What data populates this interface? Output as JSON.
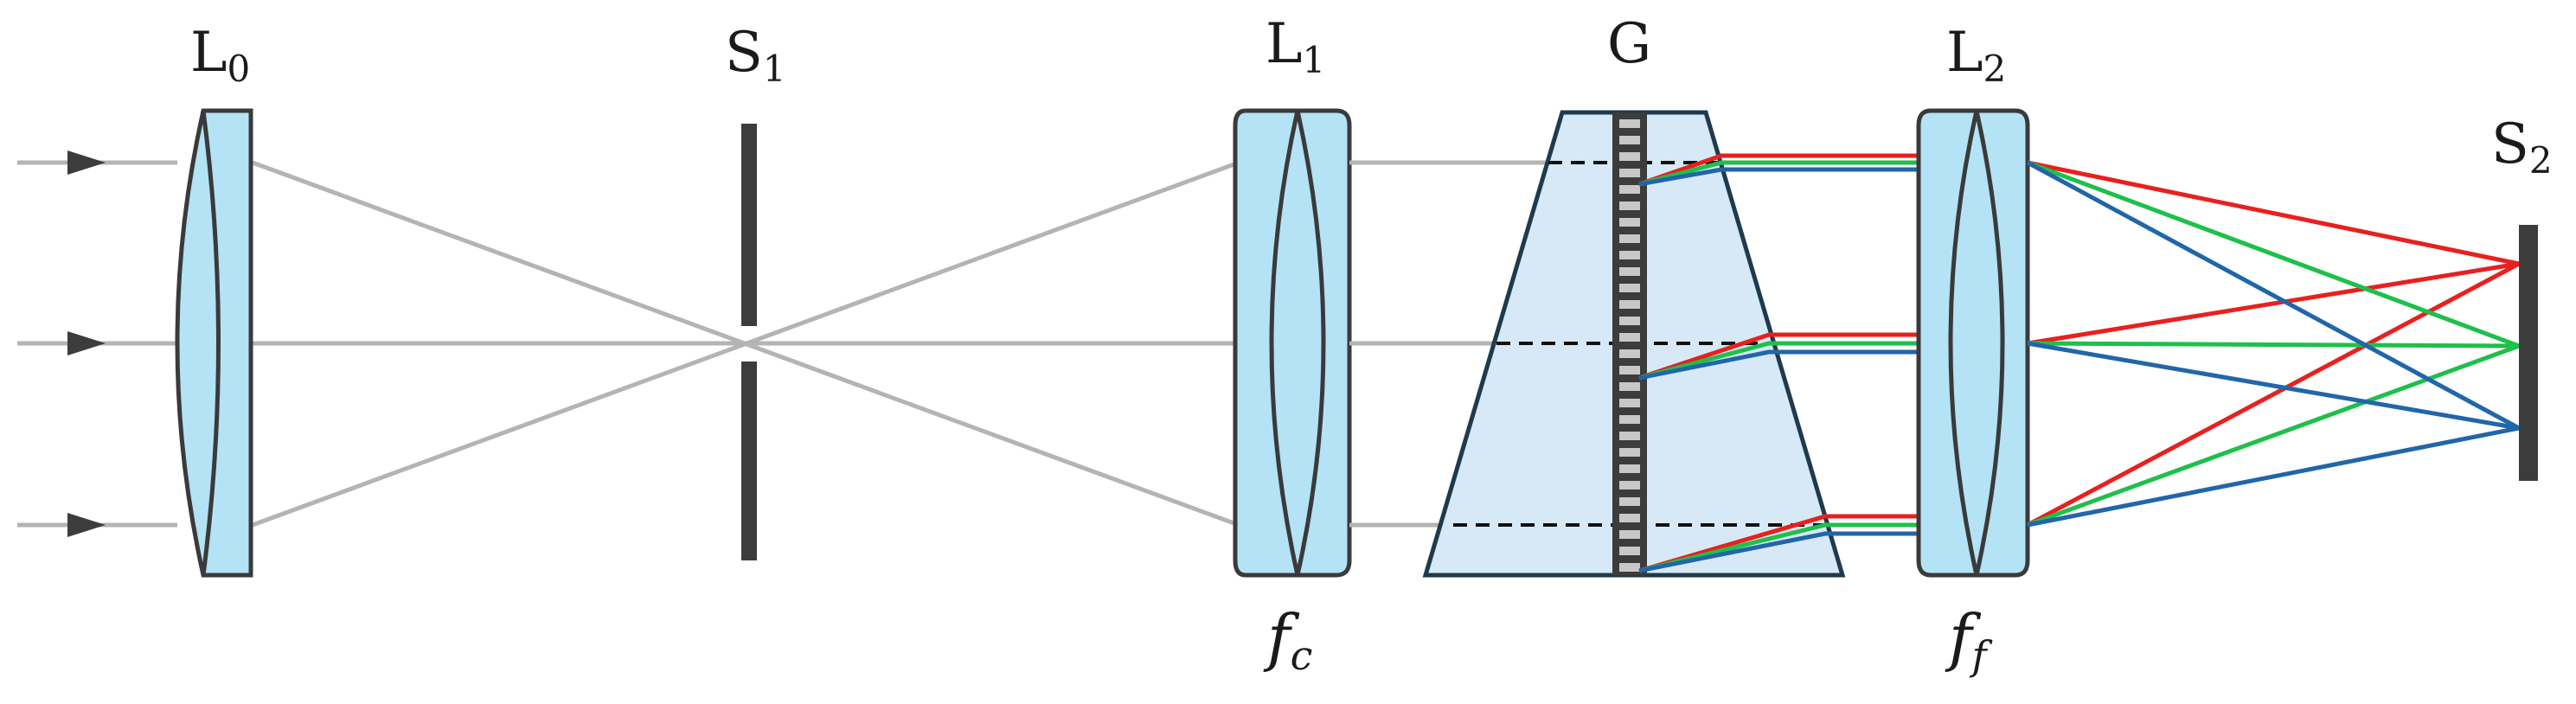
{
  "labels": {
    "L0": {
      "base": "L",
      "sub": "0"
    },
    "S1": {
      "base": "S",
      "sub": "1"
    },
    "L1": {
      "base": "L",
      "sub": "1"
    },
    "G": {
      "base": "G"
    },
    "L2": {
      "base": "L",
      "sub": "2"
    },
    "S2": {
      "base": "S",
      "sub": "2"
    },
    "fc": {
      "base": "f",
      "sub": "c"
    },
    "ff": {
      "base": "f",
      "sub": "f"
    }
  },
  "colors": {
    "lens_fill": "#b3e3f4",
    "lens_stroke": "#3a3a3a",
    "ray_gray": "#b4b4b4",
    "slit": "#3c3c3c",
    "grating_prism_fill": "#d7e9f6",
    "grating_prism_stroke": "#1f3a4d",
    "red": "#e8201f",
    "green": "#1fbf4b",
    "blue": "#2166a8"
  }
}
